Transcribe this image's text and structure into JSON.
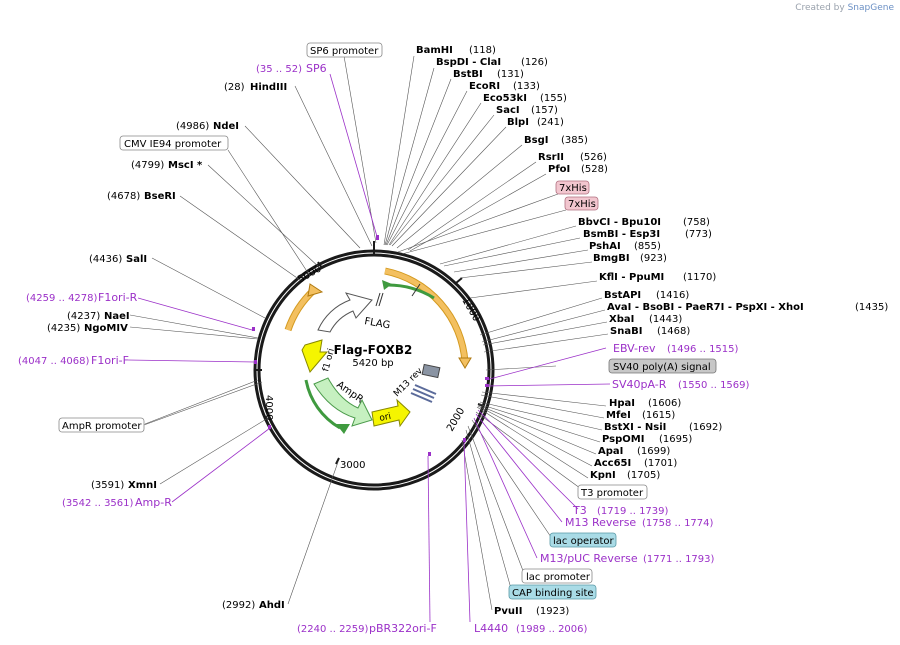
{
  "plasmid": {
    "name": "Flag-FOXB2",
    "size_label": "5420 bp",
    "length": 5420
  },
  "credit": {
    "prefix": "Created by",
    "brand": "SnapGene"
  },
  "colors": {
    "enzyme": "#000000",
    "primer": "#9b30c8",
    "feature_orange": "#f0b040",
    "feature_green": "#a8e6a0",
    "feature_yellow": "#f5f500",
    "his_tag": "#f2c6cf",
    "lac_operator": "#a9dbe6",
    "grey_box": "#c7c7c7"
  },
  "ticks": [
    "1000",
    "2000",
    "3000",
    "4000",
    "5000"
  ],
  "enzymes_right": [
    {
      "name": "BamHI",
      "pos": "(118)"
    },
    {
      "name": "BspDI - ClaI",
      "pos": "(126)"
    },
    {
      "name": "BstBI",
      "pos": "(131)"
    },
    {
      "name": "EcoRI",
      "pos": "(133)"
    },
    {
      "name": "Eco53kI",
      "pos": "(155)"
    },
    {
      "name": "SacI",
      "pos": "(157)"
    },
    {
      "name": "BlpI",
      "pos": "(241)"
    },
    {
      "name": "BsgI",
      "pos": "(385)"
    },
    {
      "name": "RsrII",
      "pos": "(526)"
    },
    {
      "name": "PfoI",
      "pos": "(528)"
    },
    {
      "name": "BbvCI - Bpu10I",
      "pos": "(758)"
    },
    {
      "name": "BsmBI - Esp3I",
      "pos": "(773)"
    },
    {
      "name": "PshAI",
      "pos": "(855)"
    },
    {
      "name": "BmgBI",
      "pos": "(923)"
    },
    {
      "name": "KflI - PpuMI",
      "pos": "(1170)"
    },
    {
      "name": "BstAPI",
      "pos": "(1416)"
    },
    {
      "name": "AvaI - BsoBI - PaeR7I - PspXI - XhoI",
      "pos": "(1435)"
    },
    {
      "name": "XbaI",
      "pos": "(1443)"
    },
    {
      "name": "SnaBI",
      "pos": "(1468)"
    },
    {
      "name": "HpaI",
      "pos": "(1606)"
    },
    {
      "name": "MfeI",
      "pos": "(1615)"
    },
    {
      "name": "BstXI - NsiI",
      "pos": "(1692)"
    },
    {
      "name": "PspOMI",
      "pos": "(1695)"
    },
    {
      "name": "ApaI",
      "pos": "(1699)"
    },
    {
      "name": "Acc65I",
      "pos": "(1701)"
    },
    {
      "name": "KpnI",
      "pos": "(1705)"
    },
    {
      "name": "PvuII",
      "pos": "(1923)"
    }
  ],
  "enzymes_left": [
    {
      "name": "HindIII",
      "pos": "(28)"
    },
    {
      "name": "NdeI",
      "pos": "(4986)"
    },
    {
      "name": "MscI *",
      "pos": "(4799)"
    },
    {
      "name": "BseRI",
      "pos": "(4678)"
    },
    {
      "name": "SalI",
      "pos": "(4436)"
    },
    {
      "name": "NaeI",
      "pos": "(4237)"
    },
    {
      "name": "NgoMIV",
      "pos": "(4235)"
    },
    {
      "name": "XmnI",
      "pos": "(3591)"
    },
    {
      "name": "AhdI",
      "pos": "(2992)"
    }
  ],
  "primers": [
    {
      "name": "SP6",
      "range": "(35 .. 52)"
    },
    {
      "name": "EBV-rev",
      "range": "(1496 .. 1515)"
    },
    {
      "name": "SV40pA-R",
      "range": "(1550 .. 1569)"
    },
    {
      "name": "T3",
      "range": "(1719 .. 1739)"
    },
    {
      "name": "M13 Reverse",
      "range": "(1758 .. 1774)"
    },
    {
      "name": "M13/pUC Reverse",
      "range": "(1771 .. 1793)"
    },
    {
      "name": "L4440",
      "range": "(1989 .. 2006)"
    },
    {
      "name": "pBR322ori-F",
      "range": "(2240 .. 2259)"
    },
    {
      "name": "F1ori-R",
      "range": "(4259 .. 4278)"
    },
    {
      "name": "F1ori-F",
      "range": "(4047 .. 4068)"
    },
    {
      "name": "Amp-R",
      "range": "(3542 .. 3561)"
    }
  ],
  "boxes": [
    {
      "name": "SP6 promoter"
    },
    {
      "name": "CMV IE94 promoter"
    },
    {
      "name": "7xHis"
    },
    {
      "name": "7xHis"
    },
    {
      "name": "SV40 poly(A) signal"
    },
    {
      "name": "T3 promoter"
    },
    {
      "name": "lac operator"
    },
    {
      "name": "lac promoter"
    },
    {
      "name": "CAP binding site"
    },
    {
      "name": "AmpR promoter"
    }
  ],
  "inner_labels": {
    "flag": "FLAG",
    "f1ori": "f1 ori",
    "ampr": "AmpR",
    "ori": "ori",
    "m13rev": "M13 rev"
  }
}
